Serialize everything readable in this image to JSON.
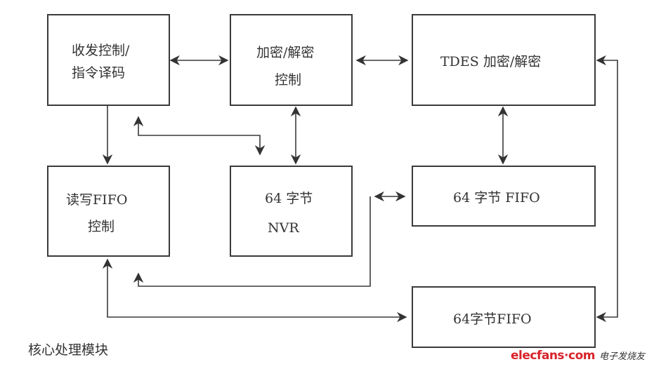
{
  "diagram": {
    "caption": "核心处理模块",
    "blocks": {
      "rx_tx_ctrl": {
        "line1": "收发控制/",
        "line2": "指令译码"
      },
      "crypto_ctrl": {
        "line1": "加密/解密",
        "line2": "控制"
      },
      "tdes": {
        "line1": "TDES 加密/解密"
      },
      "rw_fifo_ctrl": {
        "line1": "读写FIFO",
        "line2": "控制"
      },
      "nvr": {
        "line1": "64 字节",
        "line2": "NVR"
      },
      "fifo_a": {
        "line1": "64 字节 FIFO"
      },
      "fifo_b": {
        "line1": "64字节FIFO"
      }
    },
    "connections": [
      {
        "from": "rx_tx_ctrl",
        "to": "crypto_ctrl",
        "direction": "bidirectional"
      },
      {
        "from": "crypto_ctrl",
        "to": "tdes",
        "direction": "bidirectional"
      },
      {
        "from": "rx_tx_ctrl",
        "to": "rw_fifo_ctrl",
        "direction": "forward"
      },
      {
        "from": "rx_tx_ctrl",
        "to": "nvr",
        "direction": "bidirectional"
      },
      {
        "from": "crypto_ctrl",
        "to": "nvr",
        "direction": "bidirectional"
      },
      {
        "from": "tdes",
        "to": "fifo_a",
        "direction": "bidirectional"
      },
      {
        "from": "rw_fifo_ctrl",
        "to": "fifo_a",
        "direction": "bidirectional"
      },
      {
        "from": "rw_fifo_ctrl",
        "to": "fifo_b",
        "direction": "bidirectional"
      },
      {
        "from": "tdes",
        "to": "fifo_b",
        "direction": "bidirectional"
      }
    ]
  },
  "watermark": {
    "brand": "elecfans·com",
    "cn": "电子发烧友"
  },
  "colors": {
    "line": "#3a3a3a",
    "brand": "#d8232a"
  }
}
